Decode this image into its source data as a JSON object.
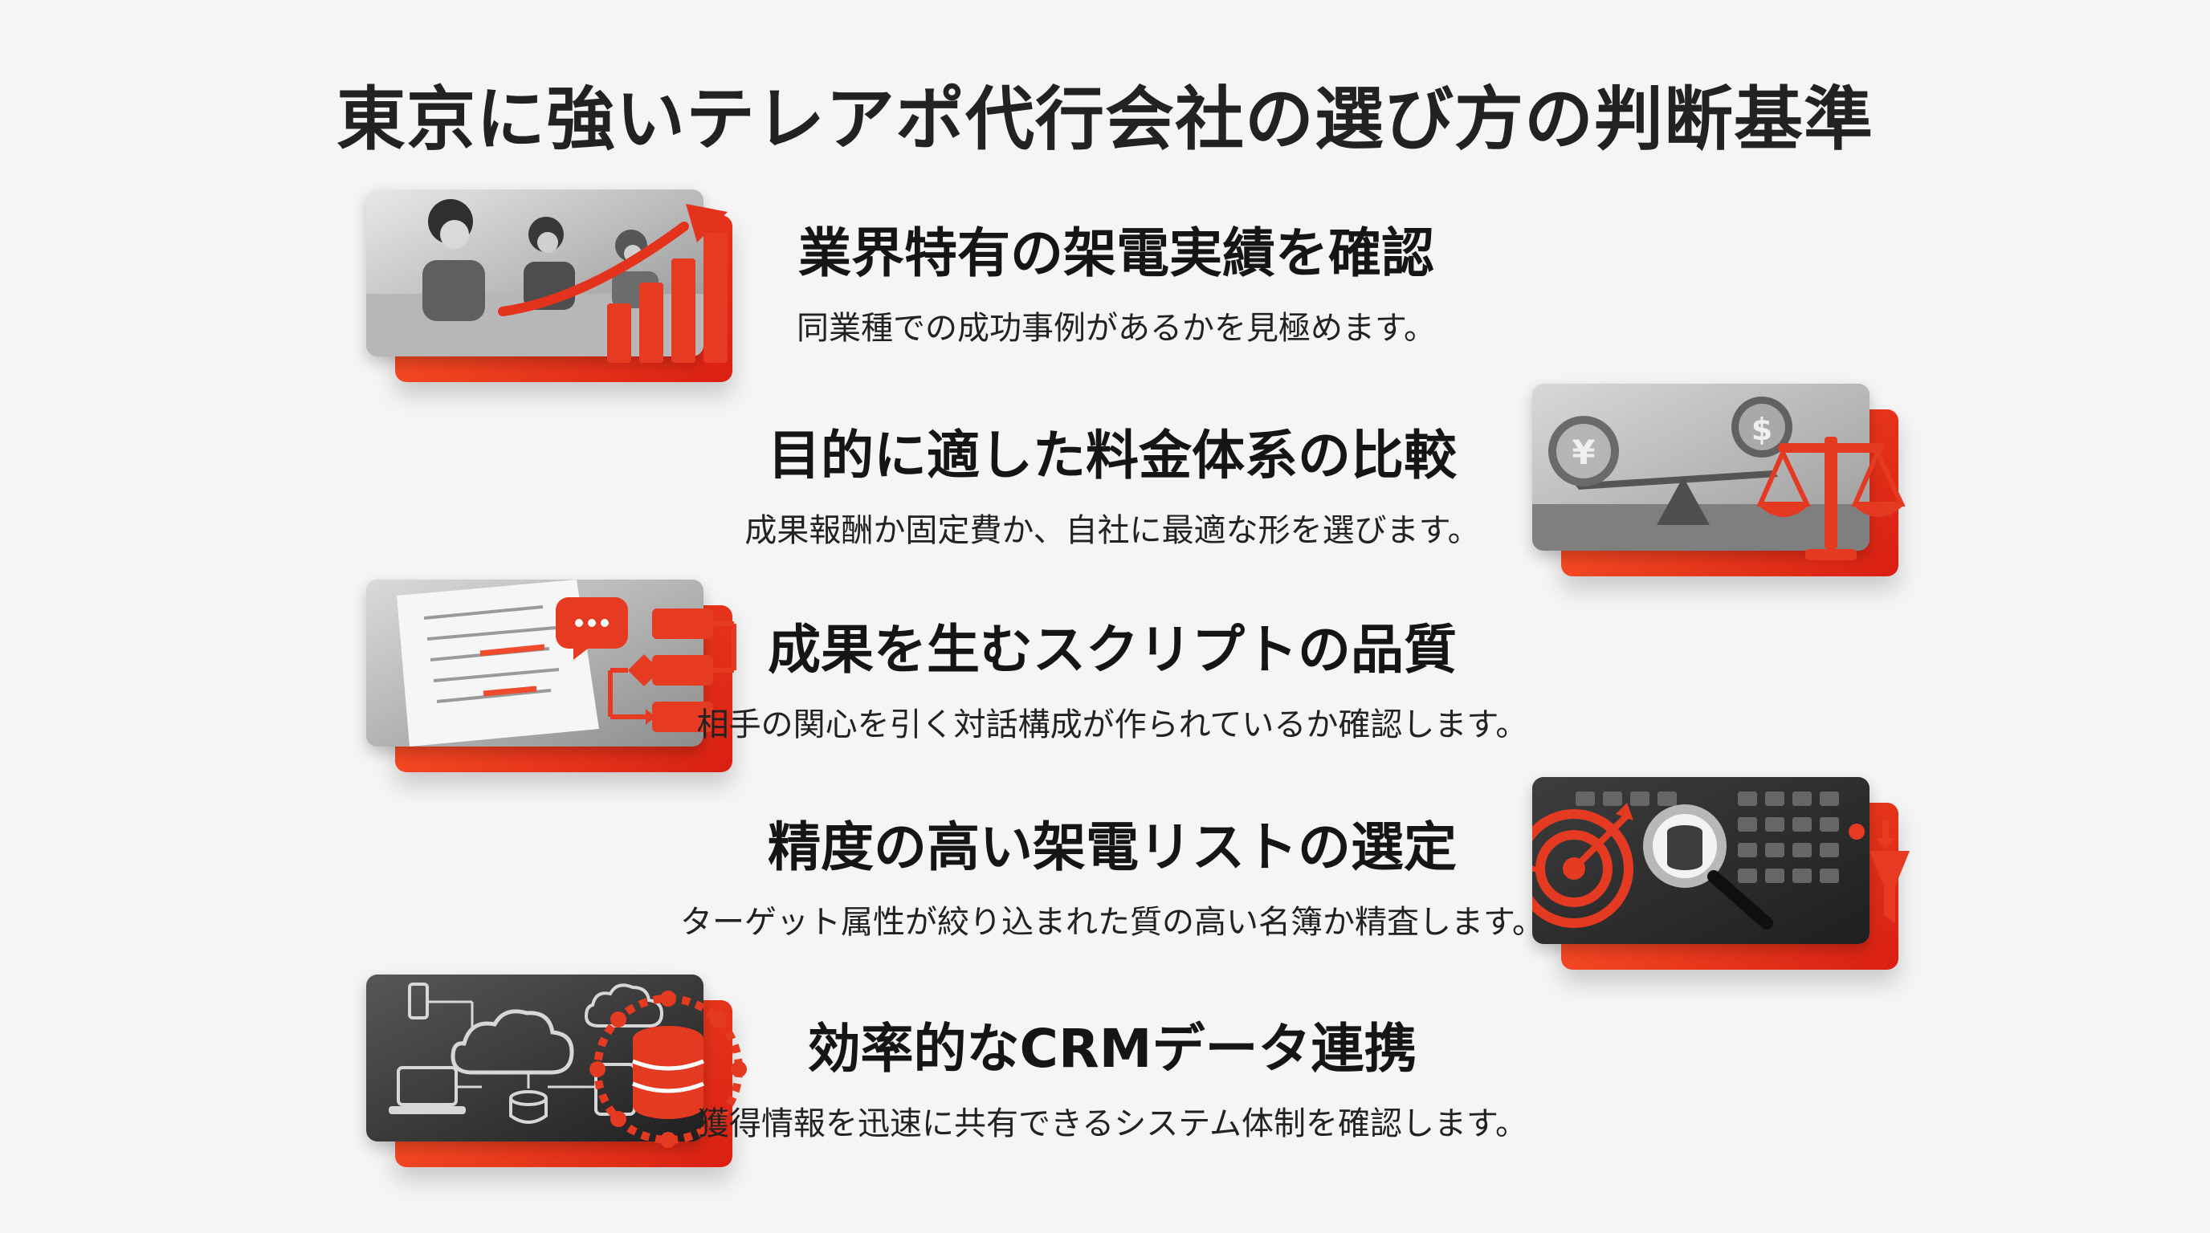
{
  "page": {
    "title": "東京に強いテレアポ代行会社の選び方の判断基準"
  },
  "items": [
    {
      "title": "業界特有の架電実績を確認",
      "description": "同業種での成功事例があるかを見極めます。",
      "illustration_icon": "growth-chart-icon"
    },
    {
      "title": "目的に適した料金体系の比較",
      "description": "成果報酬か固定費か、自社に最適な形を選びます。",
      "illustration_icon": "scale-icon",
      "coin_labels": [
        "¥",
        "$"
      ]
    },
    {
      "title": "成果を生むスクリプトの品質",
      "description": "相手の関心を引く対話構成が作られているか確認します。",
      "illustration_icon": "script-flow-icon"
    },
    {
      "title": "精度の高い架電リストの選定",
      "description": "ターゲット属性が絞り込まれた質の高い名簿か精査します。",
      "illustration_icon": "target-data-icon"
    },
    {
      "title": "効率的なCRMデータ連携",
      "description": "獲得情報を迅速に共有できるシステム体制を確認します。",
      "illustration_icon": "database-sync-icon"
    }
  ],
  "colors": {
    "accent": "#e8361d",
    "accent_dark": "#c81f11",
    "background": "#f5f5f5",
    "text": "#1c1c1c"
  }
}
